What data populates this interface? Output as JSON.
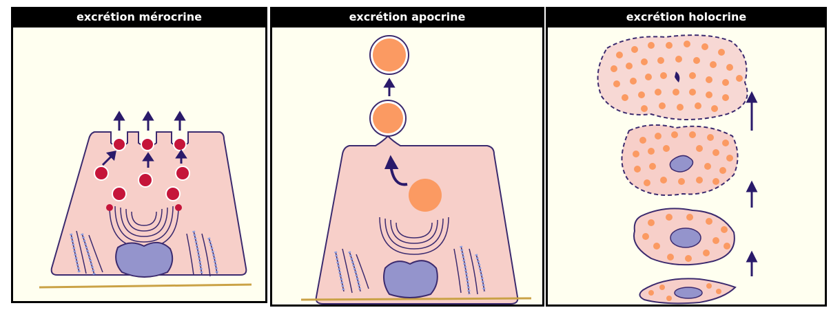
{
  "panels": [
    {
      "title": "excrétion mérocrine"
    },
    {
      "title": "excrétion apocrine"
    },
    {
      "title": "excrétion holocrine"
    }
  ],
  "colors": {
    "background": "#fffff0",
    "header": "#000000",
    "cell_fill": "#f7cfc9",
    "outline": "#3b2a6e",
    "granule": "#c5153a",
    "secretion": "#fb9a62",
    "nucleus": "#9494cc",
    "basement_membrane": "#caa246",
    "rer": "#8fa3e6"
  },
  "icons": [
    "arrow-up-icon",
    "golgi-icon",
    "nucleus-icon",
    "rough-er-icon"
  ]
}
